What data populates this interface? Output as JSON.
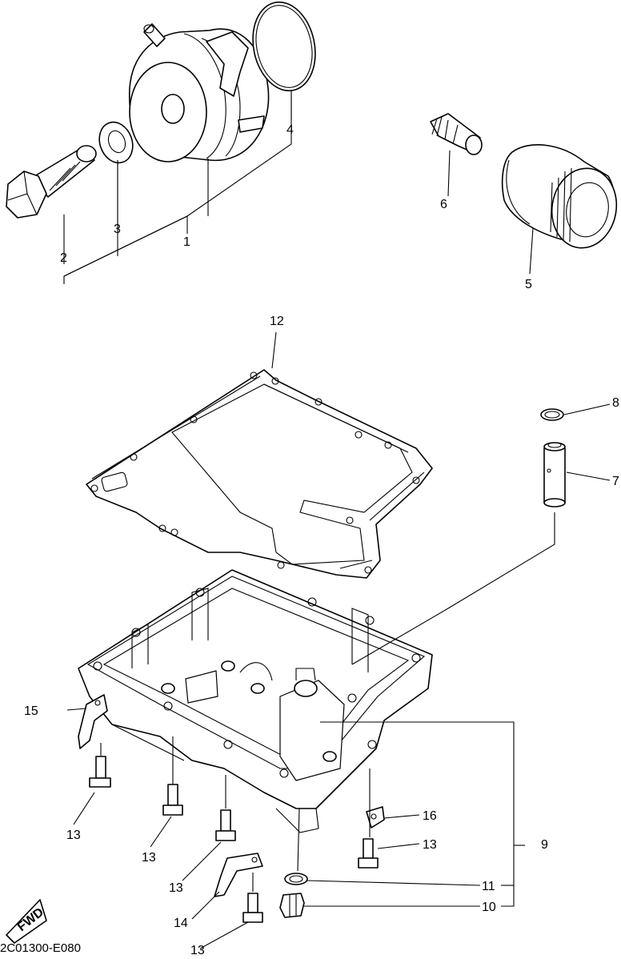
{
  "diagram": {
    "code": "2C01300-E080",
    "fwd_label": "FWD",
    "callouts": {
      "c1": "1",
      "c2": "2",
      "c3": "3",
      "c4": "4",
      "c5": "5",
      "c6": "6",
      "c7": "7",
      "c8": "8",
      "c9": "9",
      "c10": "10",
      "c11": "11",
      "c12": "12",
      "c13a": "13",
      "c13b": "13",
      "c13c": "13",
      "c13d": "13",
      "c13e": "13",
      "c14": "14",
      "c15": "15",
      "c16": "16"
    }
  }
}
